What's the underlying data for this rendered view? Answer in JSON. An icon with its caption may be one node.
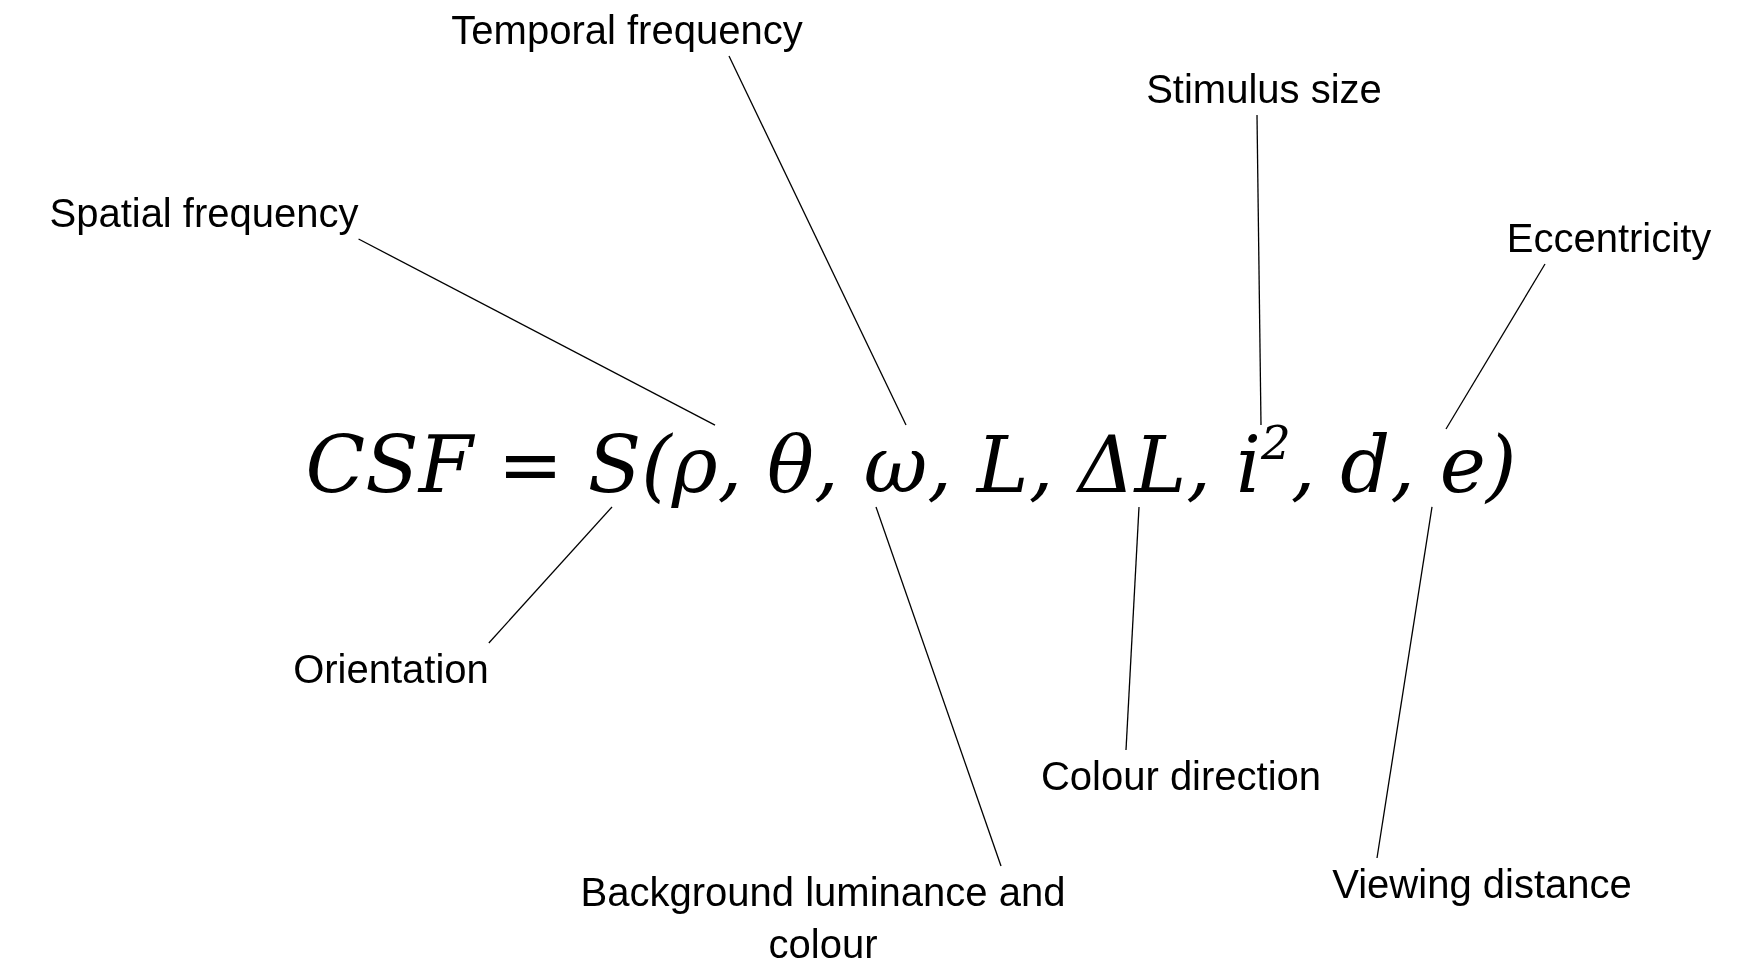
{
  "diagram": {
    "nodes": [
      {
        "text": [
          "Temporal frequency"
        ]
      },
      {
        "text": [
          "Stimulus size"
        ]
      },
      {
        "text": [
          "Spatial frequency"
        ]
      },
      {
        "text": [
          "Eccentricity"
        ]
      },
      {
        "text": [
          "CSF = S(ρ, θ, ω, L, ΔL, i$^{2}$, d, e)"
        ]
      },
      {
        "text": [
          "Orientation"
        ]
      },
      {
        "text": [
          "Colour direction"
        ]
      },
      {
        "text": [
          "Viewing distance"
        ]
      },
      {
        "text": [
          "Background luminance and colour"
        ]
      }
    ],
    "edges": [
      {
        "from": 2,
        "to": 4,
        "arrow": "none"
      },
      {
        "from": 0,
        "to": 4,
        "arrow": "none"
      },
      {
        "from": 1,
        "to": 4,
        "arrow": "none"
      },
      {
        "from": 3,
        "to": 4,
        "arrow": "none"
      },
      {
        "from": 5,
        "to": 4,
        "arrow": "none"
      },
      {
        "from": 8,
        "to": 4,
        "arrow": "none"
      },
      {
        "from": 6,
        "to": 4,
        "arrow": "none"
      },
      {
        "from": 7,
        "to": 4,
        "arrow": "none"
      }
    ]
  }
}
